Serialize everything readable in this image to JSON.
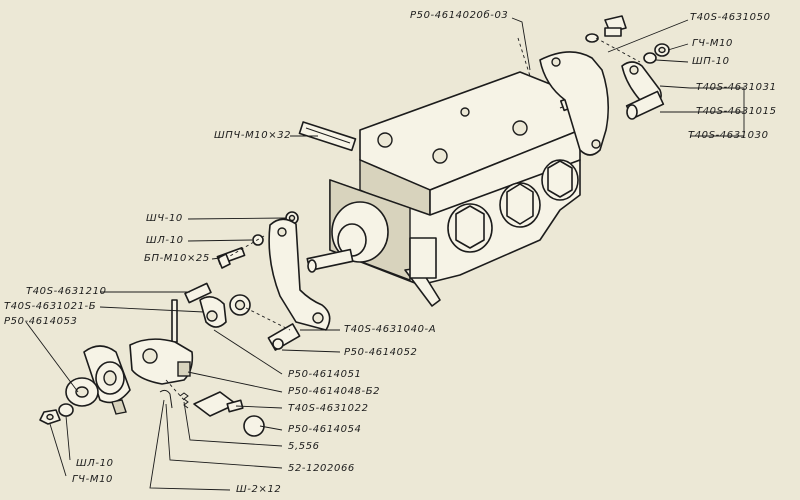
{
  "labels": {
    "top_plate": "Р50-4614020б-03",
    "t40s_4631050": "Т40S-4631050",
    "gch_m10_top": "ГЧ-М10",
    "shp_10": "ШП-10",
    "t40s_4631031": "Т40S-4631031",
    "t40s_4631015": "Т40S-4631015",
    "t40s_4631030": "Т40S-4631030",
    "shpch_m10x32": "ШПЧ-М10×32",
    "shch_10": "ШЧ-10",
    "shl_10_left": "ШЛ-10",
    "bp_m10x25": "БП-М10×25",
    "t40s_4631210": "Т40S-4631210",
    "t40s_4631021_b": "Т40S-4631021-Б",
    "r50_4614053": "Р50-4614053",
    "t40s_4631040_a": "Т40S-4631040-А",
    "r50_4614052": "Р50-4614052",
    "r50_4614051": "Р50-4614051",
    "r50_4614048_b2": "Р50-4614048-Б2",
    "t40s_4631022": "Т40S-4631022",
    "r50_4614054": "Р50-4614054",
    "s_5556": "5,556",
    "s_52_1202066": "52-1202066",
    "sh_2x12": "Ш-2×12",
    "shl_10_bottom": "ШЛ-10",
    "gch_m10_bottom": "ГЧ-М10"
  }
}
